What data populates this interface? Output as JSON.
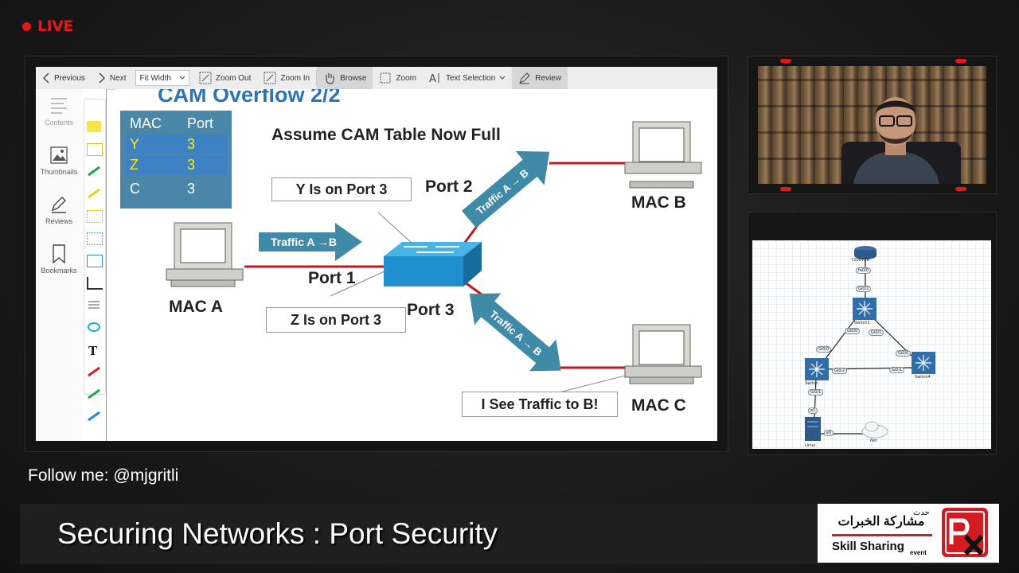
{
  "live": {
    "label": "LIVE"
  },
  "toolbar": {
    "previous": "Previous",
    "next": "Next",
    "fit": "Fit Width",
    "zoom_out": "Zoom Out",
    "zoom_in": "Zoom In",
    "browse": "Browse",
    "zoom": "Zoom",
    "text_selection": "Text Selection",
    "review": "Review"
  },
  "sidebar": {
    "items": [
      {
        "label": "Contents",
        "icon": "contents-icon"
      },
      {
        "label": "Thumbnails",
        "icon": "thumbnails-icon"
      },
      {
        "label": "Reviews",
        "icon": "reviews-icon"
      },
      {
        "label": "Bookmarks",
        "icon": "bookmark-icon"
      }
    ]
  },
  "slide": {
    "title": "CAM Overflow 2/2",
    "table": {
      "headers": [
        "MAC",
        "Port"
      ],
      "rows": [
        [
          "Y",
          "3"
        ],
        [
          "Z",
          "3"
        ],
        [
          "C",
          "3"
        ]
      ]
    },
    "assume": "Assume CAM Table Now Full",
    "port1": "Port 1",
    "port2": "Port 2",
    "port3": "Port 3",
    "mac_a": "MAC A",
    "mac_b": "MAC B",
    "mac_c": "MAC C",
    "callout_y": "Y Is on Port 3",
    "callout_z": "Z Is on Port 3",
    "callout_see": "I See Traffic to B!",
    "traffic_a": "Traffic A →B",
    "traffic_b": "Traffic A → B",
    "traffic_c": "Traffic A → B"
  },
  "gns": {
    "router": "7206VXR",
    "r_if": "fa0/0",
    "sw1_if": "Gi0/2",
    "sw1": "Switch1",
    "sw1_l": "Gi0/0",
    "sw1_r": "Gi0/1",
    "sw_top": "Gi0/0",
    "sw_right": "Gi0/2",
    "sw4_left": "Gi0/1",
    "sw4_top": "Gi0/0",
    "switch": "Switch",
    "switch4": "Switch4",
    "sw_bottom": "Gi0/1",
    "linux_if": "e1",
    "linux_if2": "e0",
    "linux": "Linux",
    "net": "Net"
  },
  "follow": "Follow me: @mjgritli",
  "banner_title": "Securing Networks : Port Security",
  "logo": {
    "arabic_top": "حدث",
    "arabic": "مشاركة الخبرات",
    "english": "Skill Sharing",
    "sub": "event"
  },
  "colors": {
    "live_red": "#e8141c",
    "slide_blue": "#2b74b6",
    "arrow_teal": "#3f8aa6",
    "link_red": "#c0191e"
  }
}
